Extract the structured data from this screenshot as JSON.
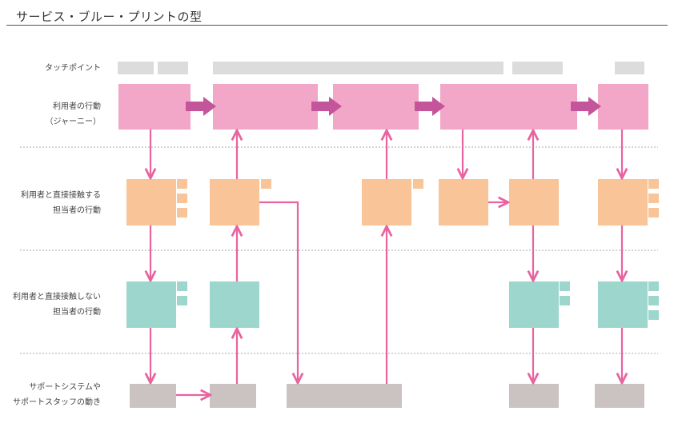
{
  "title": "サービス・ブルー・プリントの型",
  "lanes": [
    {
      "line1": "タッチポイント",
      "line2": ""
    },
    {
      "line1": "利用者の行動",
      "line2": "（ジャーニー）"
    },
    {
      "line1": "利用者と直接接触する",
      "line2": "担当者の行動"
    },
    {
      "line1": "利用者と直接接触しない",
      "line2": "担当者の行動"
    },
    {
      "line1": "サポートシステムや",
      "line2": "サポートスタッフの動き"
    }
  ],
  "colors": {
    "touchpoint": "#dcdcdc",
    "journey": "#f2a6c8",
    "contact": "#f8c498",
    "backstage": "#9dd6cc",
    "support": "#cbc3c1",
    "connector": "#e8639f",
    "big_arrow": "#c4559a",
    "divider": "#aaaaaa"
  }
}
